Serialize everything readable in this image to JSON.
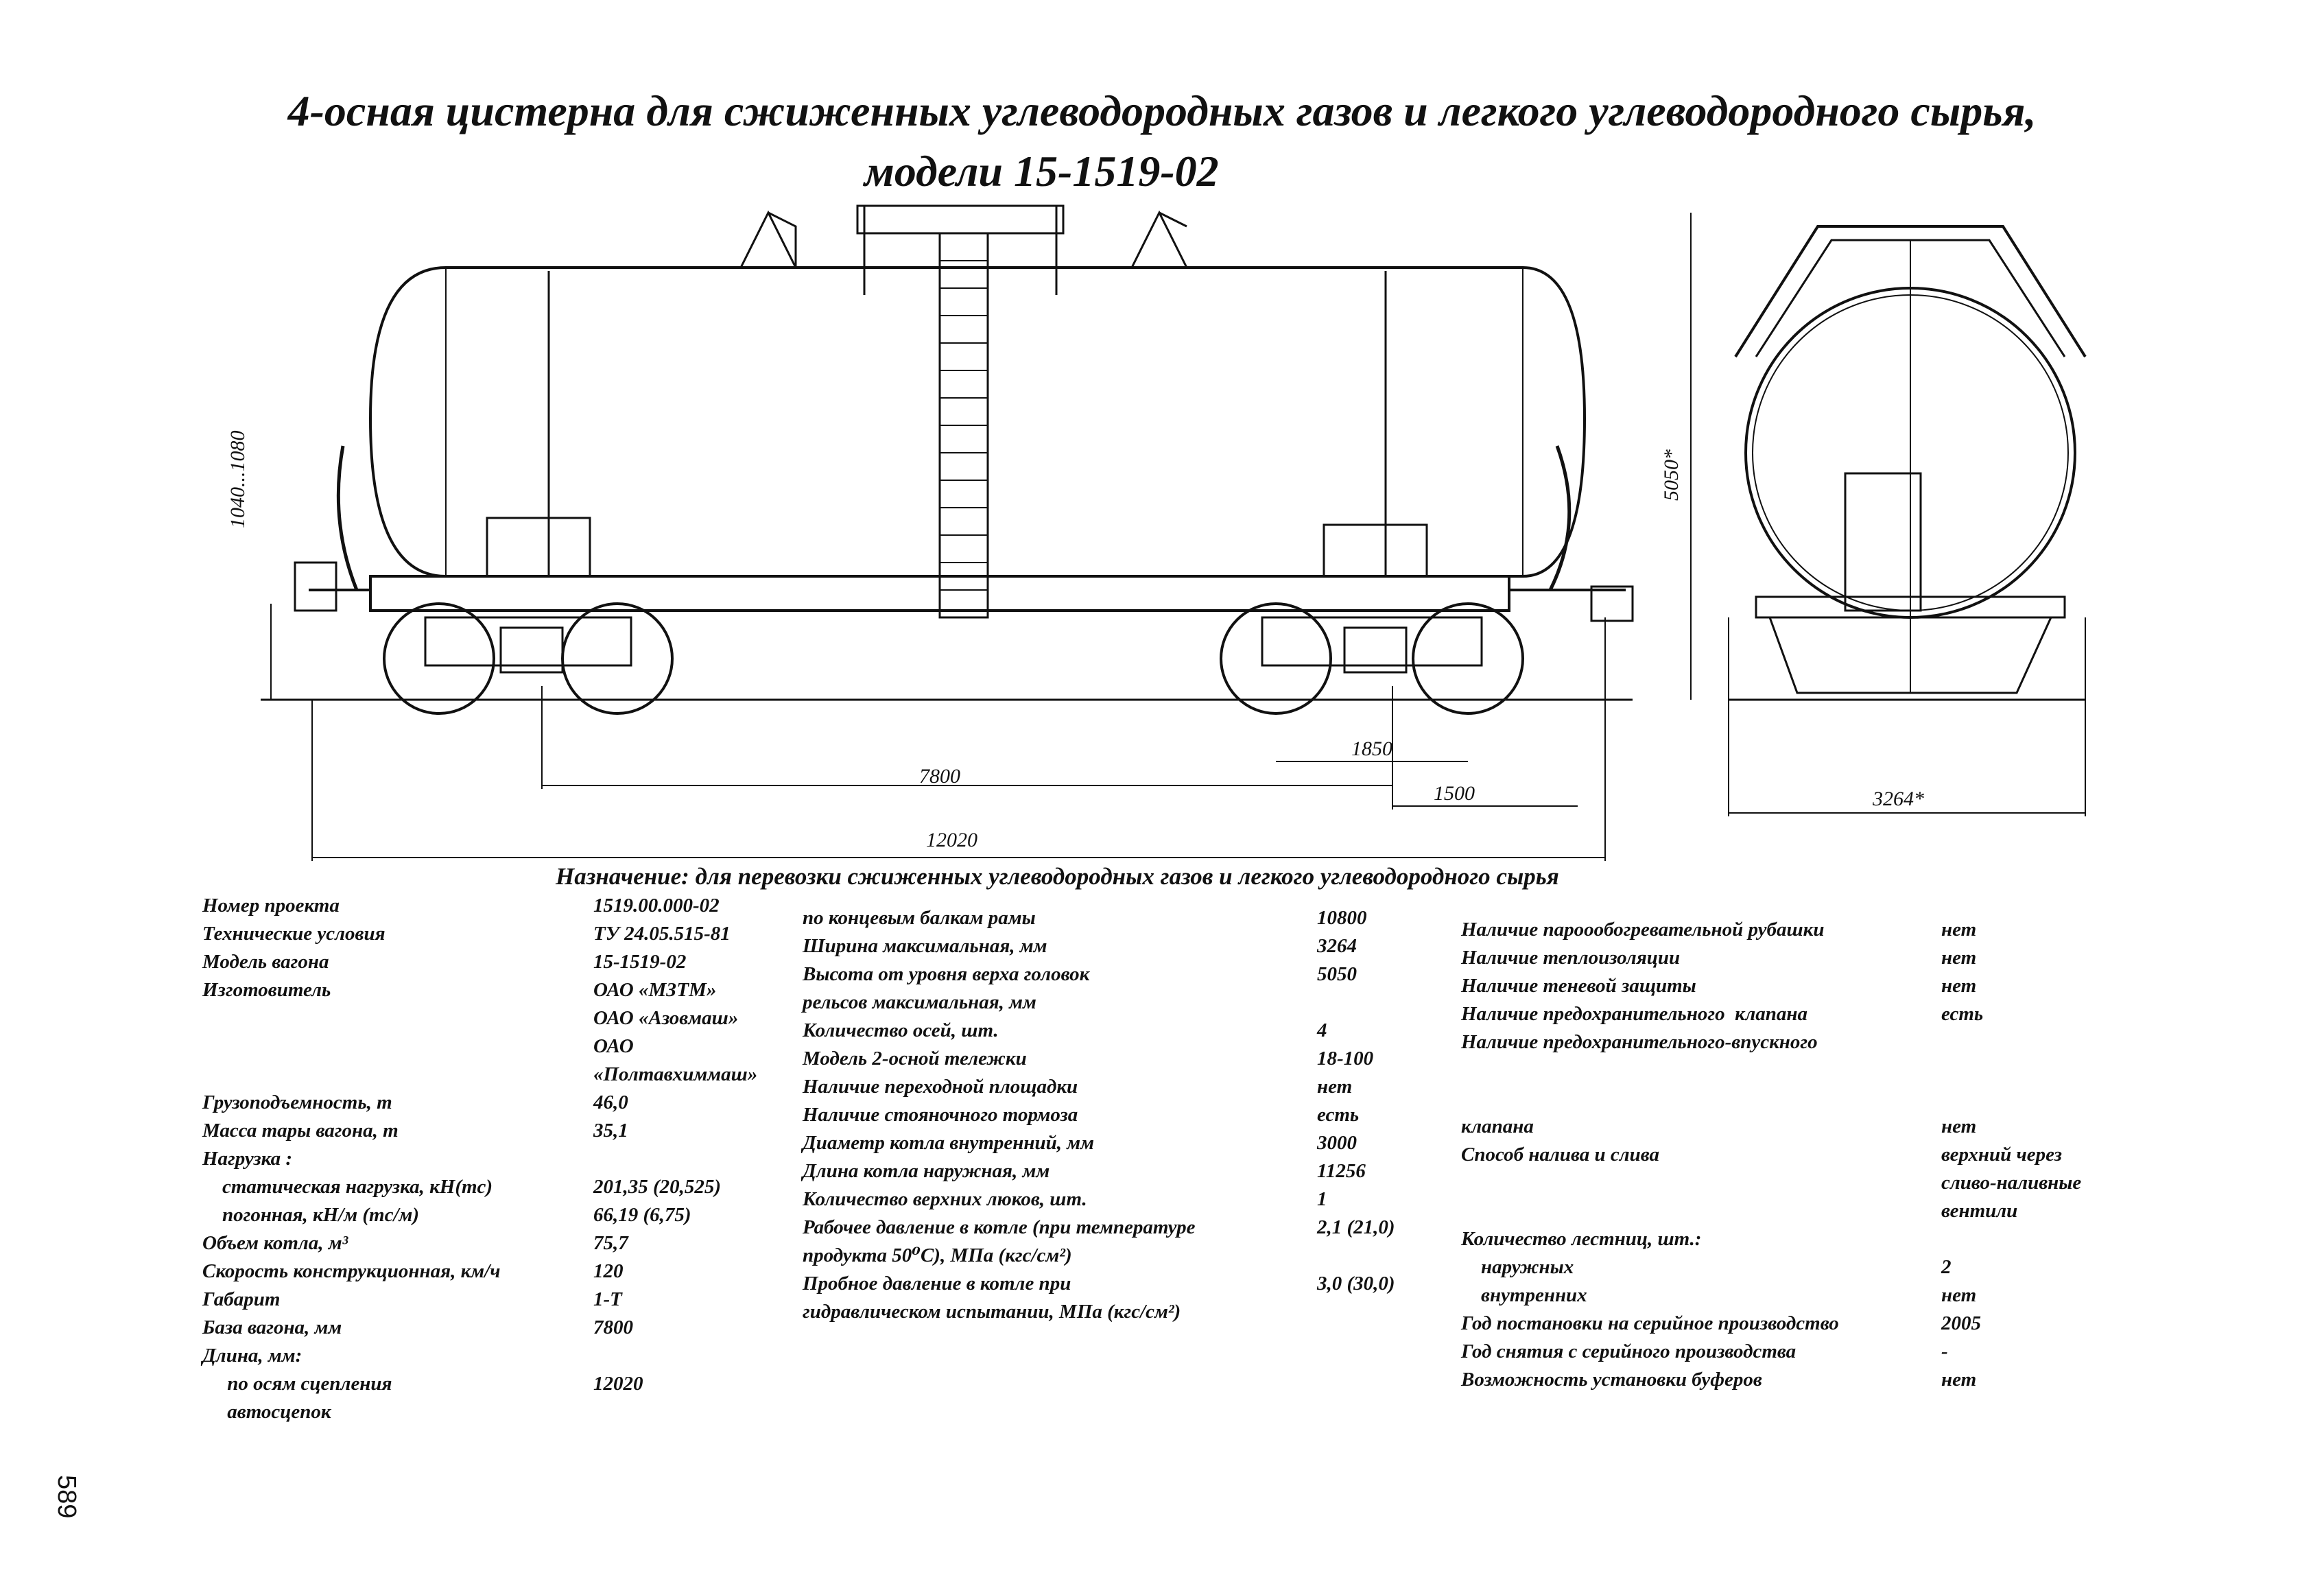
{
  "title": {
    "line1": "4-осная цистерна для сжиженных углеводородных газов и легкого углеводородного сырья,",
    "line2": "модели 15-1519-02"
  },
  "dimensions": {
    "height_coupler": "1040...1080",
    "height_total": "5050*",
    "base": "7800",
    "bogie_base": "1850",
    "overhang": "1500",
    "length": "12020",
    "width": "3264*"
  },
  "purpose": "Назначение: для перевозки сжиженных углеводородных газов и легкого углеводородного сырья",
  "col1": [
    {
      "label": "Номер проекта",
      "value": "1519.00.000-02"
    },
    {
      "label": "Технические условия",
      "value": "ТУ 24.05.515-81"
    },
    {
      "label": "Модель вагона",
      "value": "15-1519-02"
    },
    {
      "label": "Изготовитель",
      "value": "ОАО «МЗТМ»\nОАО «Азовмаш»\nОАО\n«Полтавхиммаш»"
    },
    {
      "label": "Грузоподъемность, т",
      "value": "46,0"
    },
    {
      "label": "Масса тары вагона, т",
      "value": "35,1"
    },
    {
      "label": "Нагрузка :",
      "value": ""
    },
    {
      "label": "    статическая нагрузка, кН(тс)",
      "value": "201,35 (20,525)"
    },
    {
      "label": "    погонная, кН/м (тс/м)",
      "value": "66,19 (6,75)"
    },
    {
      "label": "Объем котла, м³",
      "value": "75,7"
    },
    {
      "label": "Скорость конструкционная, км/ч",
      "value": "120"
    },
    {
      "label": "Габарит",
      "value": "1-Т"
    },
    {
      "label": "База вагона, мм",
      "value": "7800"
    },
    {
      "label": "Длина, мм:",
      "value": ""
    },
    {
      "label": "     по осям сцепления\n     автосцепок",
      "value": "12020"
    }
  ],
  "col2": [
    {
      "label": "по концевым балкам рамы",
      "value": "10800"
    },
    {
      "label": "Ширина максимальная, мм",
      "value": "3264"
    },
    {
      "label": "Высота от уровня верха головок\nрельсов максимальная, мм",
      "value": "5050"
    },
    {
      "label": "Количество осей, шт.",
      "value": "4"
    },
    {
      "label": "Модель 2-осной тележки",
      "value": "18-100"
    },
    {
      "label": "Наличие переходной площадки",
      "value": "нет"
    },
    {
      "label": "Наличие стояночного тормоза",
      "value": "есть"
    },
    {
      "label": "Диаметр котла внутренний, мм",
      "value": "3000"
    },
    {
      "label": "Длина котла наружная, мм",
      "value": "11256"
    },
    {
      "label": "Количество верхних люков, шт.",
      "value": "1"
    },
    {
      "label": "Рабочее давление в котле (при температуре\nпродукта 50⁰С), МПа (кгс/см²)",
      "value": "2,1 (21,0)"
    },
    {
      "label": "Пробное давление в котле при\nгидравлическом испытании, МПа (кгс/см²)",
      "value": "3,0 (30,0)"
    }
  ],
  "col3": [
    {
      "label": "Наличие пароообогревательной рубашки",
      "value": "нет"
    },
    {
      "label": "Наличие теплоизоляции",
      "value": "нет"
    },
    {
      "label": "Наличие теневой защиты",
      "value": "нет"
    },
    {
      "label": "Наличие предохранительного  клапана",
      "value": "есть"
    },
    {
      "label": "Наличие предохранительного-впускного\n\n\nклапана",
      "value": "\n\n\nнет"
    },
    {
      "label": "Способ налива и слива",
      "value": "верхний через\nсливо-наливные\nвентили"
    },
    {
      "label": "Количество лестниц, шт.:",
      "value": ""
    },
    {
      "label": "    наружных",
      "value": "2"
    },
    {
      "label": "    внутренних",
      "value": "нет"
    },
    {
      "label": "Год постановки на серийное производство",
      "value": "2005"
    },
    {
      "label": "Год снятия с серийного производства",
      "value": "-"
    },
    {
      "label": "Возможность установки буферов",
      "value": "нет"
    }
  ],
  "page_number": "589"
}
